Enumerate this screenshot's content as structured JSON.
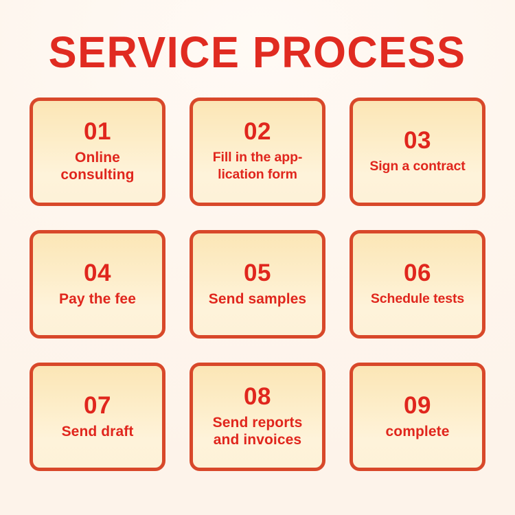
{
  "page": {
    "title": "SERVICE PROCESS",
    "background_color": "#fdf4ec",
    "accent_color": "#e0261d",
    "border_color": "#d8482a",
    "card_fill_top": "#fbe6b6",
    "card_fill_bottom": "#fdf2d8"
  },
  "steps": [
    {
      "number": "01",
      "label": "Online\nconsulting"
    },
    {
      "number": "02",
      "label": "Fill in the app-\nlication form"
    },
    {
      "number": "03",
      "label": "Sign a contract"
    },
    {
      "number": "04",
      "label": "Pay the fee"
    },
    {
      "number": "05",
      "label": "Send samples"
    },
    {
      "number": "06",
      "label": "Schedule tests"
    },
    {
      "number": "07",
      "label": "Send draft"
    },
    {
      "number": "08",
      "label": "Send reports\nand invoices"
    },
    {
      "number": "09",
      "label": "complete"
    }
  ]
}
